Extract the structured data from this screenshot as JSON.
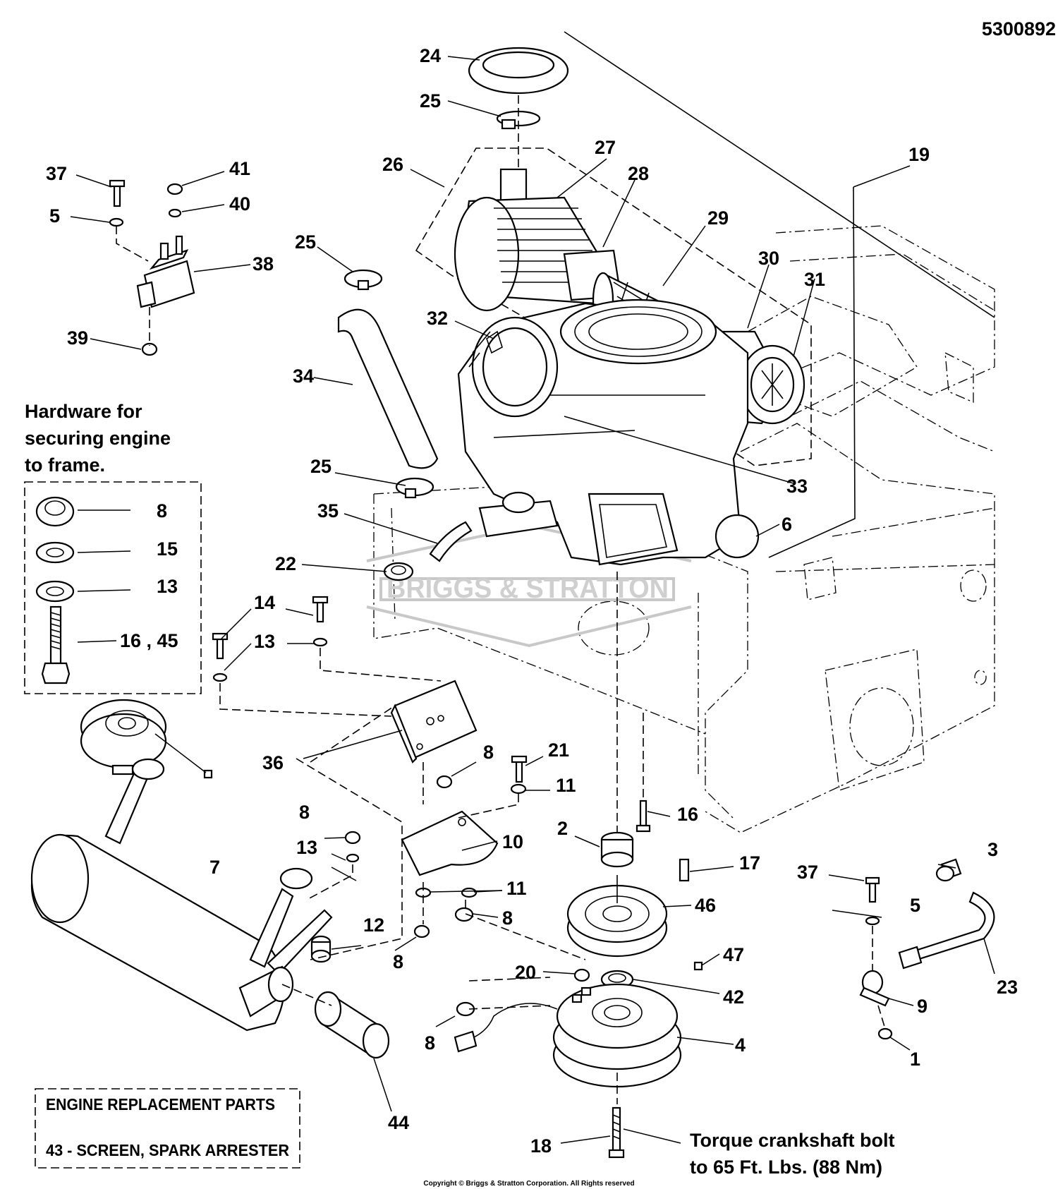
{
  "diagram_number": "5300892",
  "hardware_box": {
    "title_lines": [
      "Hardware for",
      "securing engine",
      "to frame."
    ],
    "items": [
      "8",
      "15",
      "13",
      "16 , 45"
    ]
  },
  "engine_replacement_box": {
    "title": "ENGINE REPLACEMENT PARTS",
    "line": "43 - SCREEN, SPARK ARRESTER"
  },
  "torque_note": [
    "Torque crankshaft bolt",
    "to 65 Ft. Lbs. (88 Nm)"
  ],
  "watermark": "BRIGGS & STRATTON",
  "copyright": "Copyright © Briggs & Stratton Corporation. All Rights reserved",
  "callouts": {
    "c24": "24",
    "c25a": "25",
    "c27": "27",
    "c26": "26",
    "c28": "28",
    "c19": "19",
    "c37a": "37",
    "c41": "41",
    "c40": "40",
    "c5a": "5",
    "c38": "38",
    "c25b": "25",
    "c29": "29",
    "c30": "30",
    "c31": "31",
    "c39": "39",
    "c32": "32",
    "c34": "34",
    "c33": "33",
    "c25c": "25",
    "c35": "35",
    "c6": "6",
    "c22": "22",
    "c14": "14",
    "c13a": "13",
    "c36": "36",
    "c8a": "8",
    "c21": "21",
    "c11a": "11",
    "c16": "16",
    "c2": "2",
    "c10": "10",
    "c8b": "8",
    "c13b": "13",
    "c7": "7",
    "c11b": "11",
    "c17": "17",
    "c37b": "37",
    "c3": "3",
    "c46": "46",
    "c5b": "5",
    "c8c": "8",
    "c12": "12",
    "c8d": "8",
    "c20": "20",
    "c47": "47",
    "c42": "42",
    "c23": "23",
    "c9": "9",
    "c8e": "8",
    "c4": "4",
    "c1": "1",
    "c44": "44",
    "c18": "18"
  }
}
